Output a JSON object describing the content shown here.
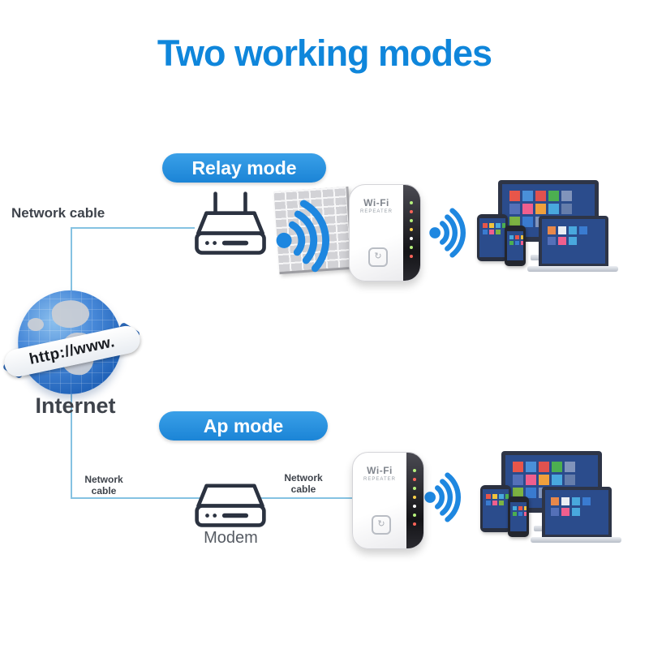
{
  "title": {
    "text": "Two working modes"
  },
  "relay": {
    "badge": "Relay mode",
    "cable_label": "Network cable"
  },
  "ap": {
    "badge": "Ap mode",
    "cable_label_left": "Network cable",
    "cable_label_right": "Network cable",
    "modem_label": "Modem"
  },
  "internet": {
    "label": "Internet",
    "band_text": "http://www."
  },
  "repeater": {
    "line1": "Wi-Fi",
    "line2": "REPEATER",
    "wps_glyph": "↻"
  },
  "colors": {
    "title_blue": "#0f86db",
    "badge_blue_light": "#3aa0e8",
    "badge_blue": "#1b84d6",
    "wifi_blue": "#1e87e0",
    "cable_blue": "#85c2e2",
    "label_dark": "#3e434b",
    "modem_gray": "#565b63",
    "icon_stroke": "#2b3240",
    "screen_blue": "#2b4c8c",
    "frame_dark": "#2e3547"
  }
}
